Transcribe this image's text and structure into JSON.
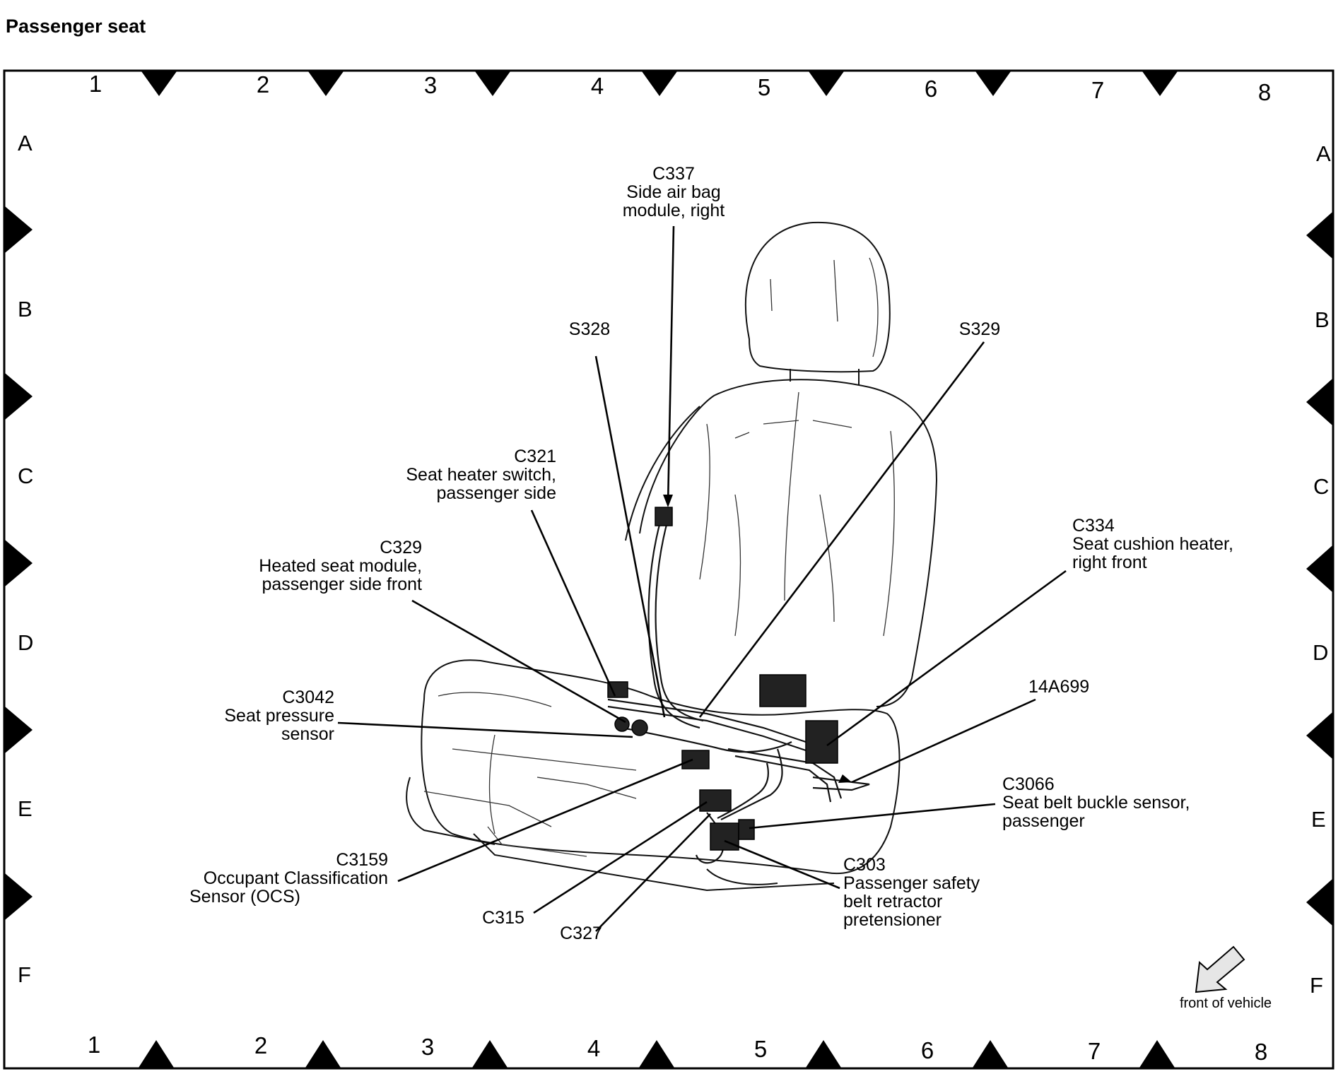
{
  "title": "Passenger seat",
  "grid": {
    "columns": [
      "1",
      "2",
      "3",
      "4",
      "5",
      "6",
      "7",
      "8"
    ],
    "rows": [
      "A",
      "B",
      "C",
      "D",
      "E",
      "F"
    ]
  },
  "callouts": {
    "c337": {
      "id": "C337",
      "lines": [
        "Side air bag",
        "module, right"
      ]
    },
    "s328": {
      "id": "S328",
      "lines": []
    },
    "s329": {
      "id": "S329",
      "lines": []
    },
    "c321": {
      "id": "C321",
      "lines": [
        "Seat heater switch,",
        "passenger side"
      ]
    },
    "c329": {
      "id": "C329",
      "lines": [
        "Heated seat module,",
        "passenger side front"
      ]
    },
    "c334": {
      "id": "C334",
      "lines": [
        "Seat cushion heater,",
        "right front"
      ]
    },
    "c3042": {
      "id": "C3042",
      "lines": [
        "Seat pressure",
        "sensor"
      ]
    },
    "a14a699": {
      "id": "14A699",
      "lines": []
    },
    "c3066": {
      "id": "C3066",
      "lines": [
        "Seat belt buckle sensor,",
        "passenger"
      ]
    },
    "c3159": {
      "id": "C3159",
      "lines": [
        "Occupant Classification",
        "Sensor (OCS)"
      ]
    },
    "c303": {
      "id": "C303",
      "lines": [
        "Passenger safety",
        "belt retractor",
        "pretensioner"
      ]
    },
    "c315": {
      "id": "C315",
      "lines": []
    },
    "c327": {
      "id": "C327",
      "lines": []
    }
  },
  "front_of_vehicle": "front of vehicle"
}
